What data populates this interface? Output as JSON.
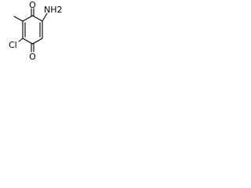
{
  "molecule": {
    "labels": {
      "top_oxygen": "O",
      "bottom_oxygen": "O",
      "amino": "NH2",
      "chloro": "Cl"
    },
    "bond_color": "#000000",
    "background_color": "#ffffff"
  }
}
